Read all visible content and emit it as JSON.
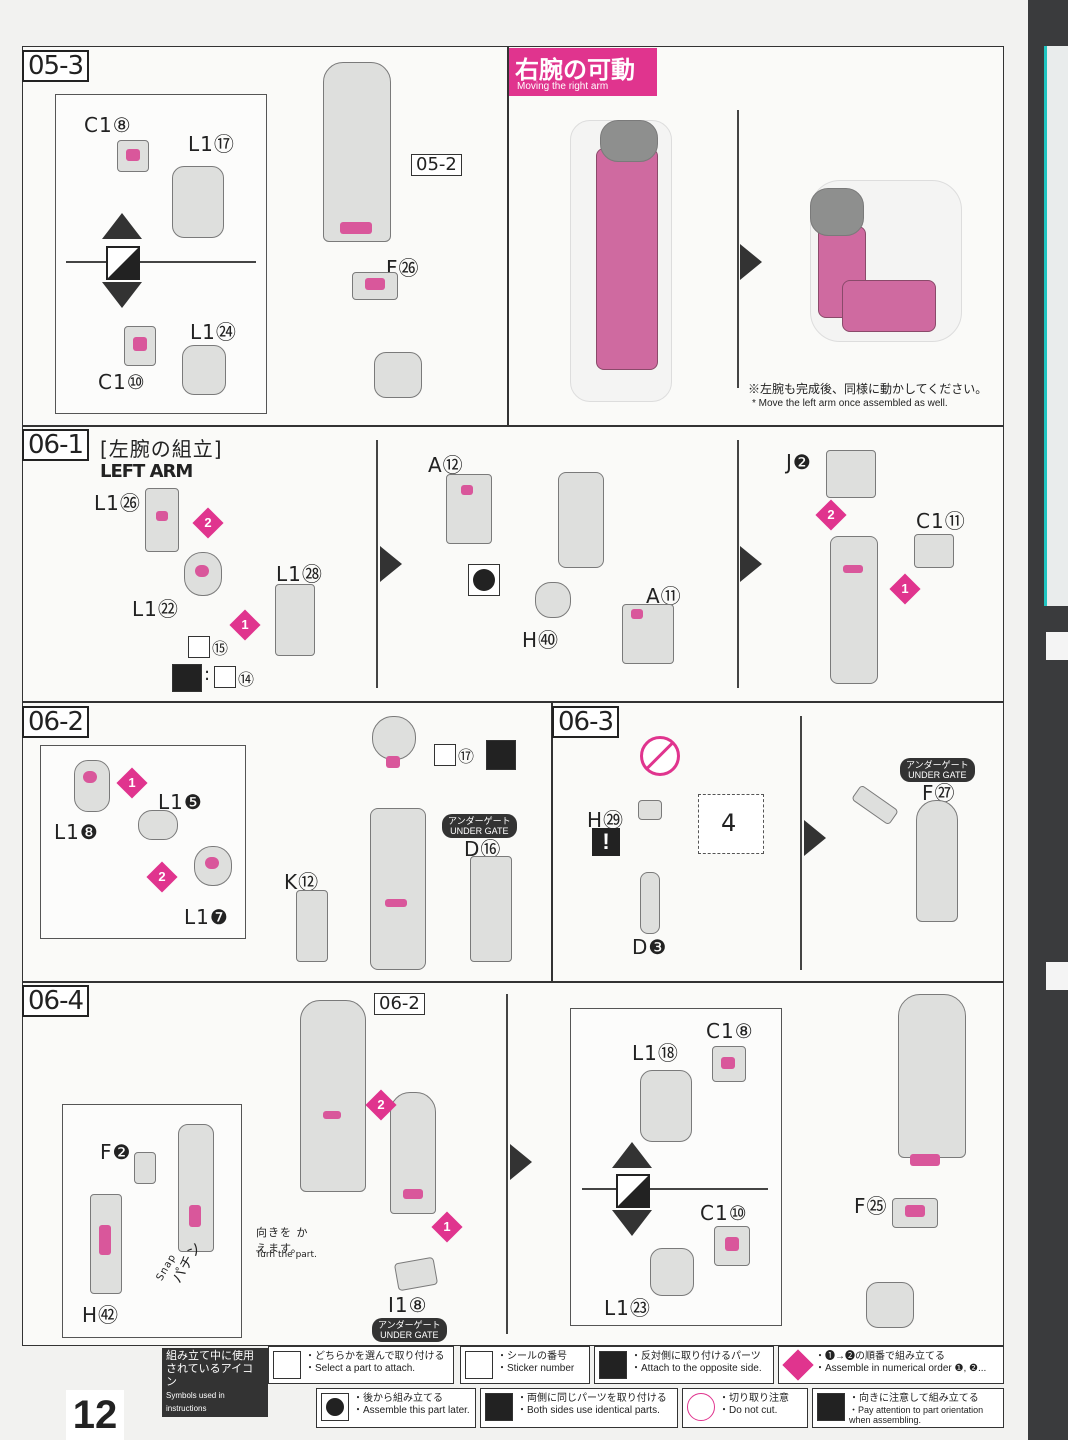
{
  "page_number": "12",
  "steps": {
    "s05_3": {
      "num": "05-3",
      "ref": "05-2",
      "parts": {
        "c18": "C1⑧",
        "l117": "L1⑰",
        "l124": "L1㉔",
        "c110": "C1⑩",
        "f26": "F㉖"
      }
    },
    "right_arm": {
      "title_jp": "右腕の可動",
      "title_en": "Moving the right arm",
      "note_jp": "※左腕も完成後、同様に動かしてください。",
      "note_en": "* Move the left arm once assembled as well."
    },
    "s06_1": {
      "num": "06-1",
      "title_jp": "[左腕の組立]",
      "title_en": "LEFT ARM",
      "parts": {
        "l126": "L1㉖",
        "l128": "L1㉘",
        "l122": "L1㉒",
        "a12": "A⑫",
        "a11": "A⑪",
        "h40": "H㊵",
        "j2": "J❷",
        "c111": "C1⑪"
      },
      "stickers": {
        "s15": "⑮",
        "s14": "⑭"
      }
    },
    "s06_2": {
      "num": "06-2",
      "parts": {
        "l15": "L1❺",
        "l18": "L1❽",
        "l17": "L1❼",
        "k12": "K⑫",
        "d16": "D⑯"
      },
      "sticker": "⑰",
      "ug_jp": "アンダーゲート",
      "ug_en": "UNDER GATE"
    },
    "s06_3": {
      "num": "06-3",
      "parts": {
        "h29": "H㉙",
        "d3": "D❸",
        "f27": "F㉗"
      },
      "ug_jp": "アンダーゲート",
      "ug_en": "UNDER GATE",
      "callout": "4"
    },
    "s06_4": {
      "num": "06-4",
      "ref": "06-2",
      "parts": {
        "f2": "F❷",
        "h42": "H㊷",
        "i18": "I1⑧",
        "c18": "C1⑧",
        "l118": "L1⑱",
        "c110": "C1⑩",
        "l123": "L1㉓",
        "f25": "F㉕"
      },
      "turn_jp": "向きを かえます。",
      "turn_en": "Turn the part.",
      "snap_jp": "パチン",
      "snap_en": "Snap",
      "ug_jp": "アンダーゲート",
      "ug_en": "UNDER GATE"
    }
  },
  "legend": {
    "title_jp": "組み立て中に使用されているアイコン",
    "title_en": "Symbols used in instructions",
    "items": [
      {
        "jp": "・どちらかを選んで取り付ける",
        "en": "・Select a part to attach."
      },
      {
        "jp": "・シールの番号",
        "en": "・Sticker number"
      },
      {
        "jp": "・反対側に取り付けるパーツ",
        "en": "・Attach to the opposite side."
      },
      {
        "jp": "・❶→❷の順番で組み立てる",
        "en": "・Assemble in numerical order ❶, ❷..."
      },
      {
        "jp": "・後から組み立てる",
        "en": "・Assemble this part later."
      },
      {
        "jp": "・両側に同じパーツを取り付ける",
        "en": "・Both sides use identical parts."
      },
      {
        "jp": "・切り取り注意",
        "en": "・Do not cut."
      },
      {
        "jp": "・向きに注意して組み立てる",
        "en": "・Pay attention to part orientation when assembling."
      }
    ]
  },
  "order_marks": {
    "one": "1",
    "two": "2"
  },
  "colors": {
    "accent": "#e0348e",
    "part_gray": "#dedfdd",
    "page_bg": "#f2f2f0"
  }
}
